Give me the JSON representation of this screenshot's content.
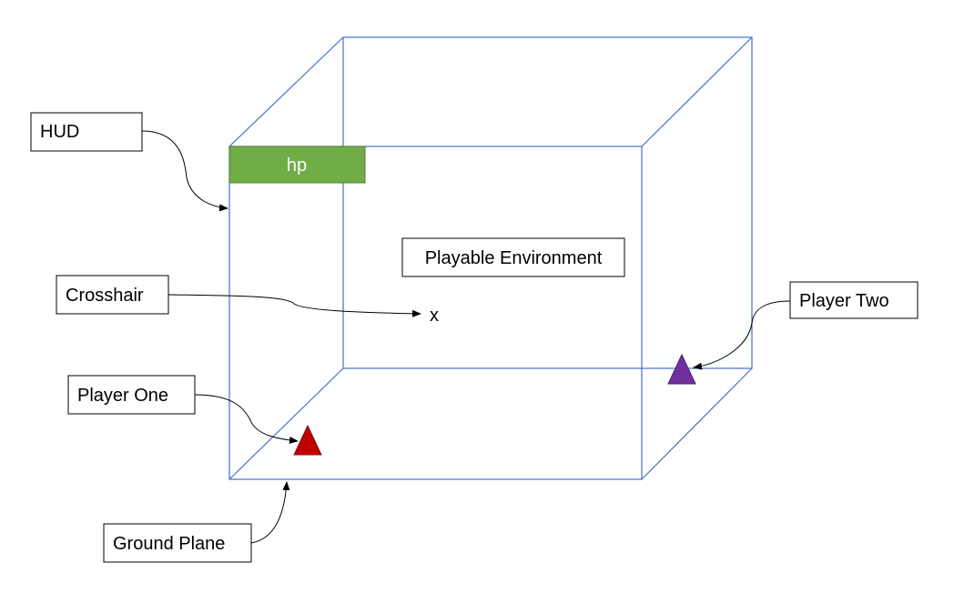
{
  "colors": {
    "cube_edge": "#4472C4",
    "hud_bar_fill": "#70AD47",
    "hud_bar_border": "#507E32",
    "player_one": "#C00000",
    "player_two": "#7030A0",
    "label_border": "#000000",
    "arrow": "#000000"
  },
  "hud_bar": {
    "text": "hp"
  },
  "environment_label": "Playable Environment",
  "crosshair_symbol": "x",
  "labels": {
    "hud": "HUD",
    "crosshair": "Crosshair",
    "player_one": "Player One",
    "player_two": "Player Two",
    "ground_plane": "Ground Plane"
  }
}
